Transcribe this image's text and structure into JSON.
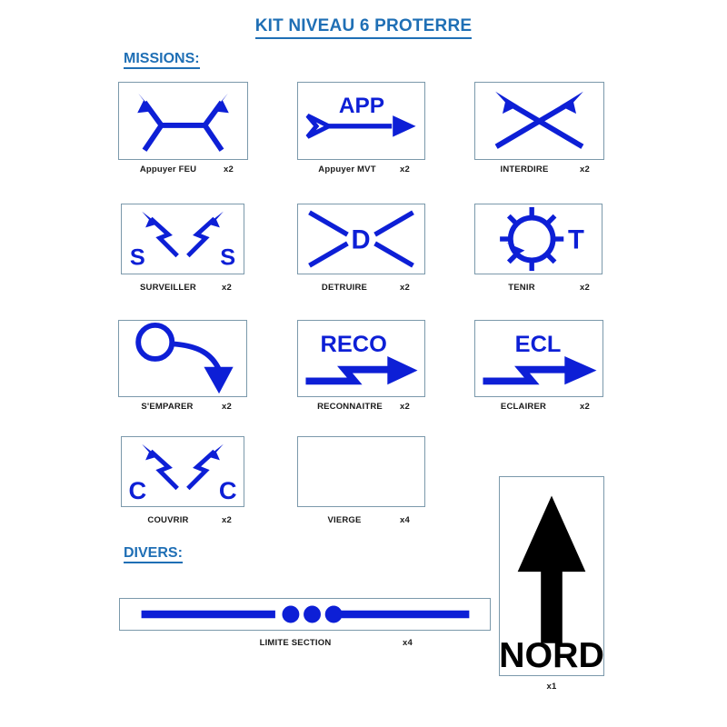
{
  "document": {
    "title": "KIT  NIVEAU 6 PROTERRE",
    "sections": [
      {
        "id": "missions",
        "heading": "MISSIONS:"
      },
      {
        "id": "divers",
        "heading": "DIVERS:"
      }
    ]
  },
  "colors": {
    "heading_blue": "#1F6FB5",
    "symbol_blue": "#0D1FD6",
    "card_border": "#7b99ab",
    "nord_black": "#000000",
    "label_text": "#1a1a1a",
    "background": "#ffffff"
  },
  "missions": [
    {
      "key": "appuyer-feu",
      "label": "Appuyer FEU",
      "qty": "x2",
      "icon": "double-arrow-fork-icon",
      "inner_text": ""
    },
    {
      "key": "appuyer-mvt",
      "label": "Appuyer MVT",
      "qty": "x2",
      "icon": "fletched-arrow-icon",
      "inner_text": "APP"
    },
    {
      "key": "interdire",
      "label": "INTERDIRE",
      "qty": "x2",
      "icon": "crossed-arrows-icon",
      "inner_text": ""
    },
    {
      "key": "surveiller",
      "label": "SURVEILLER",
      "qty": "x2",
      "icon": "lightning-arrows-icon",
      "inner_text": "S"
    },
    {
      "key": "detruire",
      "label": "DETRUIRE",
      "qty": "x2",
      "icon": "bowtie-x-icon",
      "inner_text": "D"
    },
    {
      "key": "tenir",
      "label": "TENIR",
      "qty": "x2",
      "icon": "spiked-circle-icon",
      "inner_text": "T"
    },
    {
      "key": "semparer",
      "label": "S'EMPARER",
      "qty": "x2",
      "icon": "circle-curved-arrow-icon",
      "inner_text": ""
    },
    {
      "key": "reconnaitre",
      "label": "RECONNAITRE",
      "qty": "x2",
      "icon": "stepped-arrow-icon",
      "inner_text": "RECO"
    },
    {
      "key": "eclairer",
      "label": "ECLAIRER",
      "qty": "x2",
      "icon": "stepped-arrow-icon",
      "inner_text": "ECL"
    },
    {
      "key": "couvrir",
      "label": "COUVRIR",
      "qty": "x2",
      "icon": "lightning-arrows-icon",
      "inner_text": "C"
    },
    {
      "key": "vierge",
      "label": "VIERGE",
      "qty": "x4",
      "icon": "blank-icon",
      "inner_text": ""
    }
  ],
  "divers": [
    {
      "key": "limite-section",
      "label": "LIMITE SECTION",
      "qty": "x4",
      "icon": "dashed-line-dots-icon"
    }
  ],
  "nord": {
    "label": "NORD",
    "qty": "x1",
    "icon": "north-arrow-icon"
  }
}
